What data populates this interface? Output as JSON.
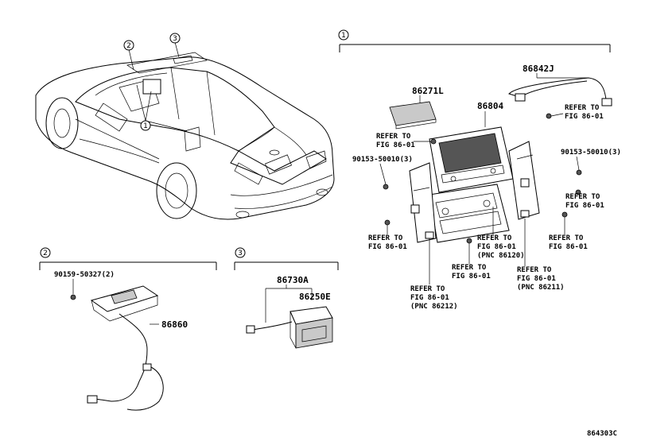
{
  "diagram": {
    "figure_code": "864303C",
    "callouts": {
      "c1": "1",
      "c2": "2",
      "c3": "3"
    },
    "parts": {
      "p86842J": "86842J",
      "p86271L": "86271L",
      "p86804": "86804",
      "p90153_left": "90153-50010(3)",
      "p90153_right": "90153-50010(3)",
      "p90159": "90159-50327(2)",
      "p86860": "86860",
      "p86730A": "86730A",
      "p86250E": "86250E"
    },
    "refers": {
      "r1": [
        "REFER TO",
        "FIG 86-01"
      ],
      "r2": [
        "REFER TO",
        "FIG 86-01"
      ],
      "r3": [
        "REFER TO",
        "FIG 86-01"
      ],
      "r4": [
        "REFER TO",
        "FIG 86-01"
      ],
      "r5": [
        "REFER TO",
        "FIG 86-01"
      ],
      "r6": [
        "REFER TO",
        "FIG 86-01",
        "(PNC 86120)"
      ],
      "r7": [
        "REFER TO",
        "FIG 86-01"
      ],
      "r8": [
        "REFER TO",
        "FIG 86-01",
        "(PNC 86211)"
      ],
      "r9": [
        "REFER TO",
        "FIG 86-01",
        "(PNC 86212)"
      ]
    }
  }
}
